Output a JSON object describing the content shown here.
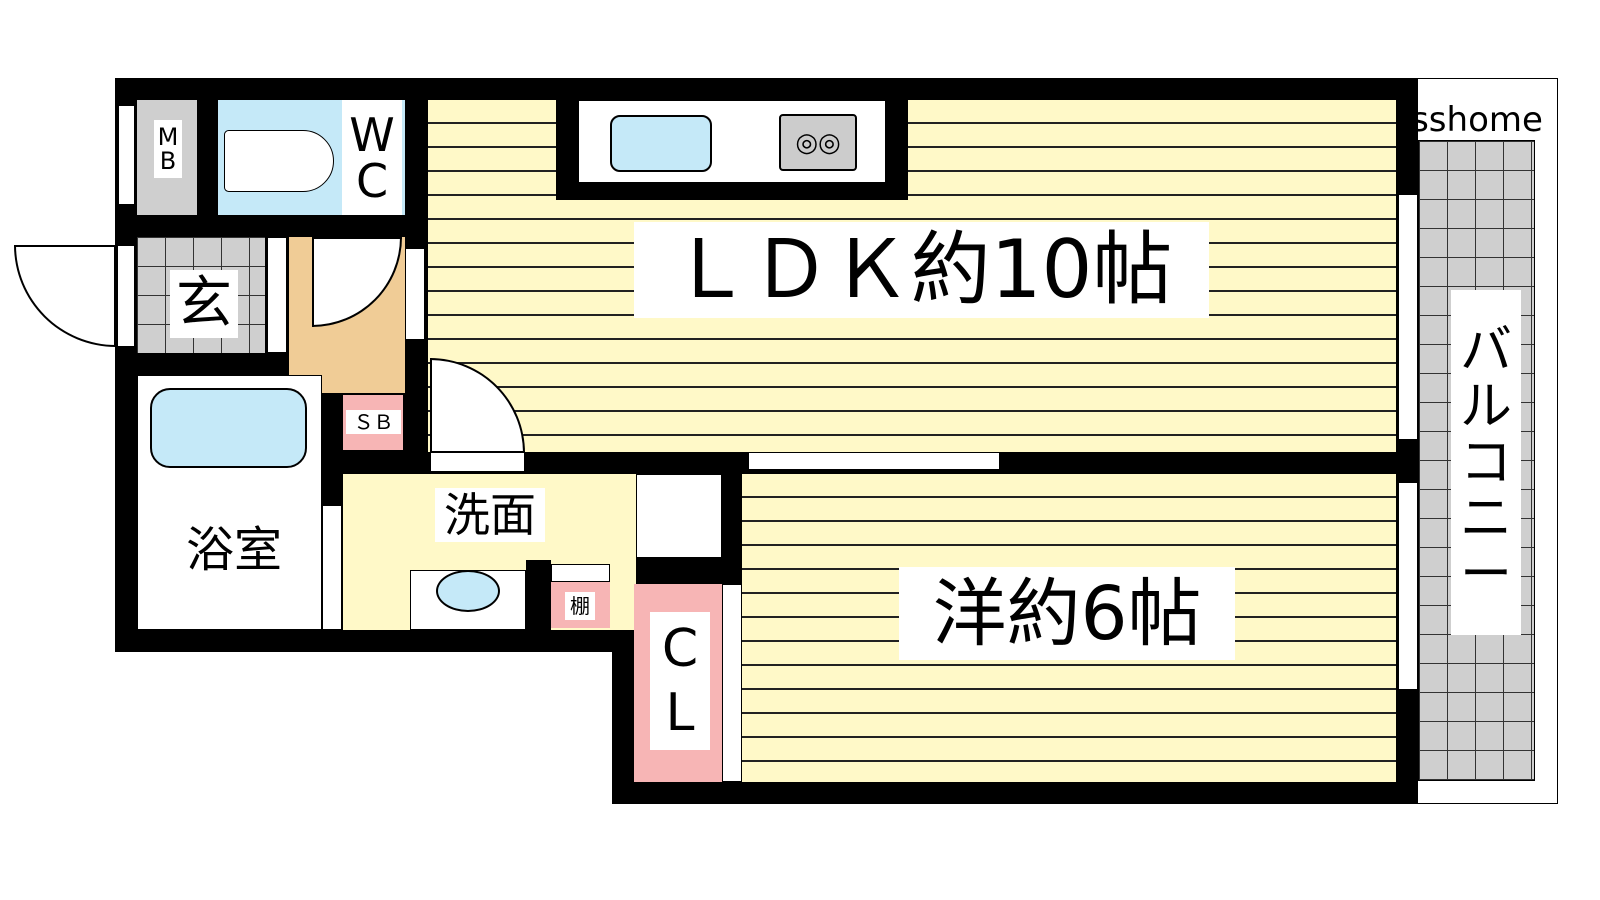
{
  "rooms": {
    "ldk": "ＬＤＫ約10帖",
    "western": "洋約6帖",
    "entrance": "玄",
    "bath": "浴室",
    "washroom": "洗面",
    "wc_w": "W",
    "wc_c": "C",
    "mb_m": "M",
    "mb_b": "B",
    "sb": "ＳＢ",
    "shelf": "棚",
    "cl_c": "C",
    "cl_l": "L",
    "balcony": [
      "バ",
      "ル",
      "コ",
      "ニ",
      "ー"
    ]
  },
  "watermark": "sshome",
  "colors": {
    "floor": "#fff9c8",
    "water": "#c5e9f8",
    "tile": "#cfcfcf",
    "storage": "#f7b5b5",
    "hall": "#f0cc96"
  }
}
